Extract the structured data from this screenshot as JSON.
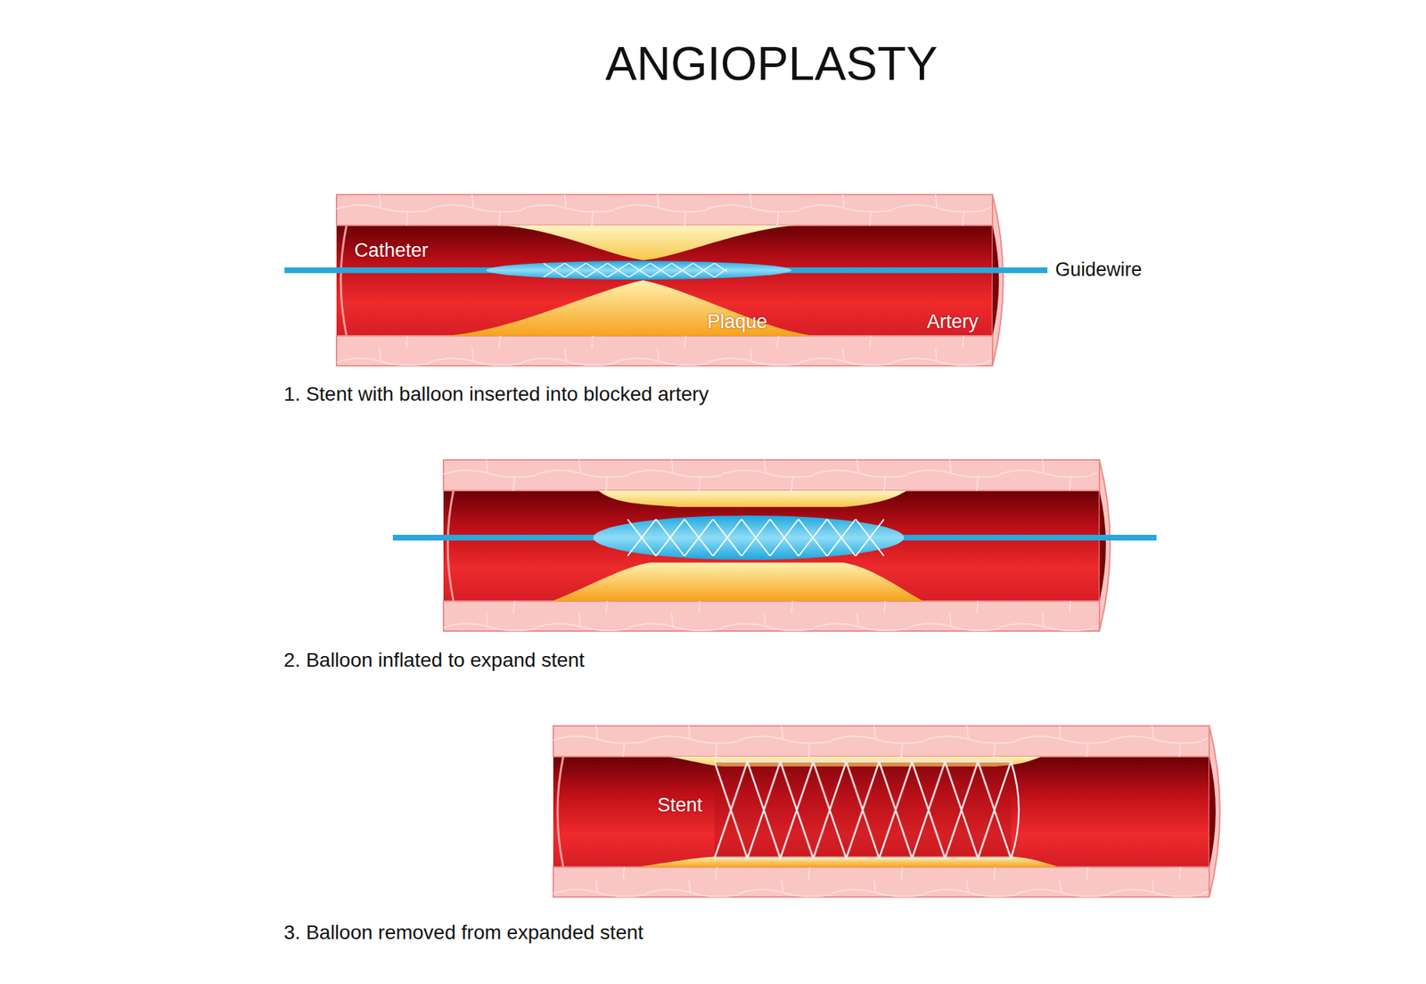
{
  "diagram": {
    "title": "ANGIOPLASTY",
    "labels": [
      "Catheter",
      "Guidewire",
      "Plaque",
      "Artery",
      "1. Stent with balloon inserted into blocked artery",
      "2. Balloon inflated to expand stent",
      "Stent",
      "3. Balloon removed from expanded stent"
    ]
  }
}
